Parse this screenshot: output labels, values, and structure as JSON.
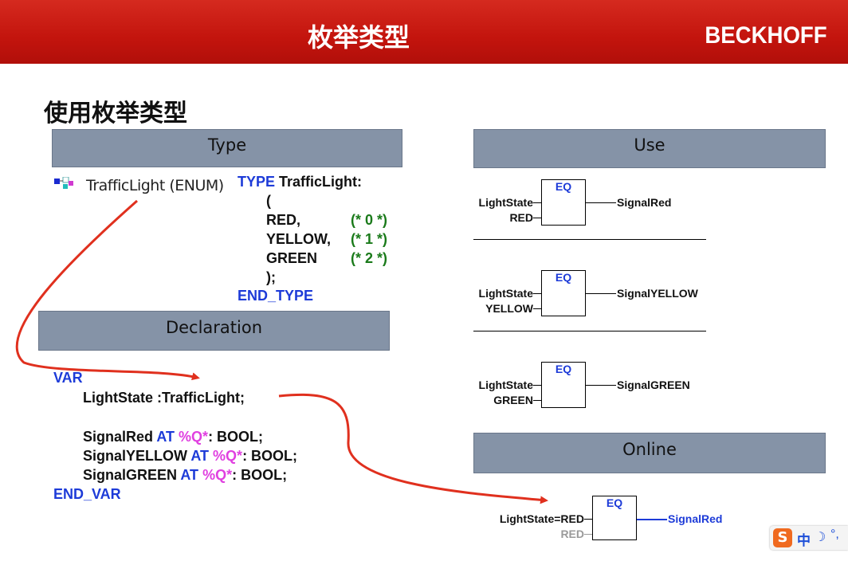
{
  "header": {
    "title": "枚举类型",
    "brand": "BECKHOFF"
  },
  "heading": "使用枚举类型",
  "sections": {
    "type_label": "Type",
    "use_label": "Use",
    "declaration_label": "Declaration",
    "online_label": "Online"
  },
  "type_def": {
    "tree_item": "TrafficLight (ENUM)",
    "kw_type": "TYPE",
    "type_name": "TrafficLight:",
    "open_paren": "(",
    "items": [
      {
        "name": "RED,",
        "comment": "(* 0 *)"
      },
      {
        "name": "YELLOW,",
        "comment": "(* 1 *)"
      },
      {
        "name": "GREEN",
        "comment": "(* 2 *)"
      }
    ],
    "close": ");",
    "end_type": "END_TYPE"
  },
  "declaration": {
    "var": "VAR",
    "line1": "LightState :TrafficLight;",
    "vars": [
      {
        "name": "SignalRed",
        "at": "AT",
        "addr": "%Q*",
        "type": ": BOOL;"
      },
      {
        "name": "SignalYELLOW",
        "at": "AT",
        "addr": "%Q*",
        "type": ": BOOL;"
      },
      {
        "name": "SignalGREEN",
        "at": "AT",
        "addr": "%Q*",
        "type": ": BOOL;"
      }
    ],
    "end_var": "END_VAR"
  },
  "use_blocks": [
    {
      "op": "EQ",
      "in1": "LightState",
      "in2": "RED",
      "out": "SignalRed"
    },
    {
      "op": "EQ",
      "in1": "LightState",
      "in2": "YELLOW",
      "out": "SignalYELLOW"
    },
    {
      "op": "EQ",
      "in1": "LightState",
      "in2": "GREEN",
      "out": "SignalGREEN"
    }
  ],
  "online_block": {
    "op": "EQ",
    "in1": "LightState=RED",
    "in2": "RED",
    "out": "SignalRed"
  },
  "ime": {
    "label": "中"
  },
  "colors": {
    "header": "#c3140d",
    "bar": "#8593a7",
    "keyword": "#1d3bd8",
    "comment": "#1a7a1a",
    "address": "#e040e0",
    "arrow": "#e0301e"
  }
}
